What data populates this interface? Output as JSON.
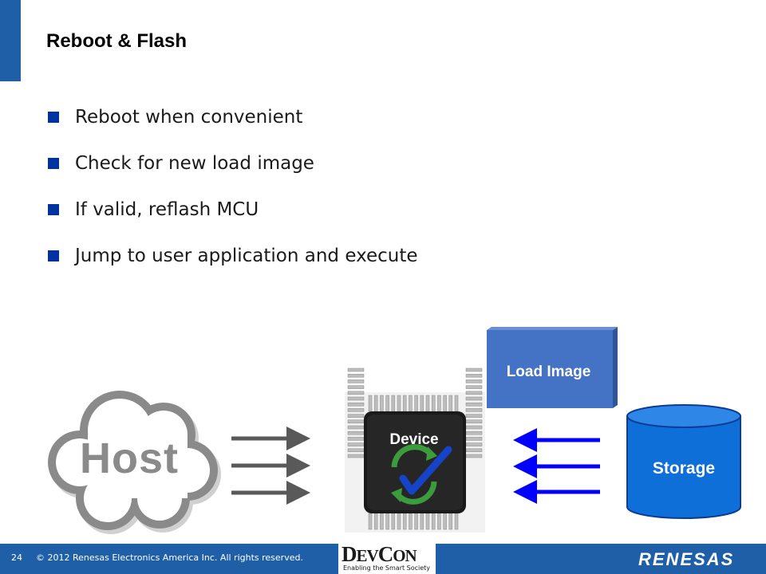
{
  "title": "Reboot & Flash",
  "bullets": [
    "Reboot when convenient",
    "Check for new load image",
    "If valid, reflash MCU",
    "Jump to user application and execute"
  ],
  "diagram": {
    "host_label": "Host",
    "device_label": "Device",
    "load_image_label": "Load Image",
    "storage_label": "Storage",
    "host_arrow_color": "#595959",
    "storage_arrow_color": "#0000ff",
    "load_image_color": "#4472c4",
    "storage_color": "#0f6fd8",
    "chip_color": "#1a1a1a"
  },
  "footer": {
    "page_number": "24",
    "copyright": "© 2012 Renesas Electronics America Inc. All rights reserved.",
    "devcon_logo": "DEVCON",
    "devcon_tagline": "Enabling the Smart Society",
    "brand_logo": "RENESAS",
    "bar_color": "#1f5fa8"
  }
}
